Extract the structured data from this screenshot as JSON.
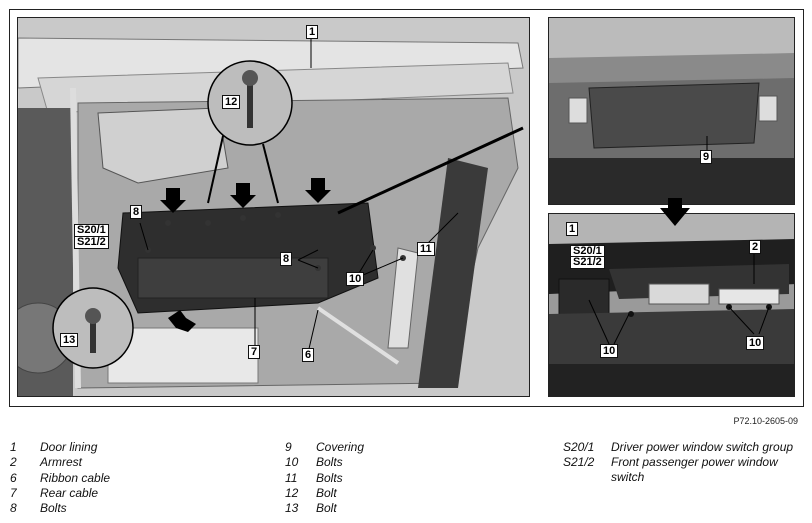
{
  "figure": {
    "id_label": "P72.10-2605-09"
  },
  "callouts": {
    "c1_main": "1",
    "c12": "12",
    "c8_left": "8",
    "c_s201_main": "S20/1",
    "c_s212_main": "S21/2",
    "c8_mid": "8",
    "c10_main": "10",
    "c11": "11",
    "c13": "13",
    "c7": "7",
    "c6": "6",
    "c9": "9",
    "c1_br": "1",
    "c2_br": "2",
    "c_s201_br": "S20/1",
    "c_s212_br": "S21/2",
    "c10_br_left": "10",
    "c10_br_right": "10"
  },
  "legend": {
    "col1": [
      {
        "key": "1",
        "text": "Door lining"
      },
      {
        "key": "2",
        "text": "Armrest"
      },
      {
        "key": "6",
        "text": "Ribbon cable"
      },
      {
        "key": "7",
        "text": "Rear cable"
      },
      {
        "key": "8",
        "text": "Bolts"
      }
    ],
    "col2": [
      {
        "key": "9",
        "text": "Covering"
      },
      {
        "key": "10",
        "text": "Bolts"
      },
      {
        "key": "11",
        "text": "Bolts"
      },
      {
        "key": "12",
        "text": "Bolt"
      },
      {
        "key": "13",
        "text": "Bolt"
      }
    ],
    "col3": [
      {
        "key": "S20/1",
        "text": "Driver power window switch group"
      },
      {
        "key": "S21/2",
        "text": "Front passenger power window switch"
      }
    ]
  }
}
